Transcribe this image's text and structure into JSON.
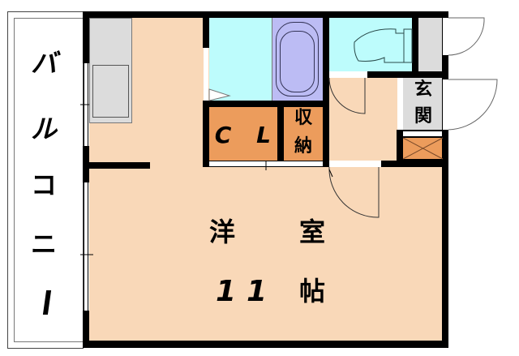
{
  "floorplan": {
    "colors": {
      "wall": "#000000",
      "floor": "#f9d8b8",
      "wet_area": "#bdfcfc",
      "bathtub": "#bcbcf4",
      "storage": "#ec9c5c",
      "counter": "#dcdcdc",
      "entry": "#dcdcdc",
      "balcony": "#ffffff"
    },
    "rooms": {
      "balcony": {
        "label_chars": [
          "バ",
          "ル",
          "コ",
          "ニ",
          "ー"
        ]
      },
      "western_room": {
        "label_line1": [
          "洋",
          "室"
        ],
        "size_digits": [
          "1",
          "1"
        ],
        "size_unit": "帖"
      },
      "closet": {
        "label_c": "C",
        "label_l": "L"
      },
      "storage": {
        "label_chars": [
          "収",
          "納"
        ]
      },
      "entrance": {
        "label_chars": [
          "玄",
          "関"
        ]
      }
    },
    "fixtures": [
      "kitchen-counter",
      "sink",
      "bathtub",
      "toilet",
      "shoe-cabinet",
      "meter-box"
    ]
  }
}
